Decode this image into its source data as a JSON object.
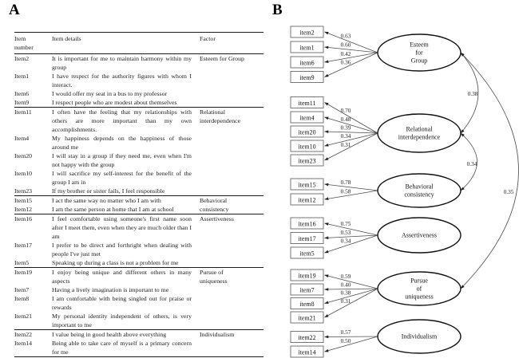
{
  "figure": {
    "panelA": {
      "label": "A",
      "table": {
        "headers": [
          "Item number",
          "Item details",
          "Factor"
        ],
        "sections": [
          {
            "factor": "Esteem for Group",
            "rows": [
              {
                "item": "Item2",
                "details": "It is important for me to maintain harmony within my group"
              },
              {
                "item": "Item1",
                "details": "I have respect for the authority figures with whom I interact."
              },
              {
                "item": "Item6",
                "details": "I would offer my seat in a bus to my professor"
              },
              {
                "item": "Item9",
                "details": "I respect people who are modest about themselves"
              }
            ]
          },
          {
            "factor": "Relational interdependence",
            "rows": [
              {
                "item": "Item11",
                "details": "I often have the feeling that my relationships with others are more important than my own accomplishments."
              },
              {
                "item": "Item4",
                "details": "My happiness depends on the happiness of those around me"
              },
              {
                "item": "Item20",
                "details": "I will stay in a group if they need me, even when I'm not happy with the group"
              },
              {
                "item": "Item10",
                "details": "I will sacrifice my self-interest for the benefit of the group I am in"
              },
              {
                "item": "Item23",
                "details": "If my brother or sister fails, I feel responsible"
              }
            ]
          },
          {
            "factor": "Behavioral consistency",
            "rows": [
              {
                "item": "Item15",
                "details": "I act the same way no matter who I am with"
              },
              {
                "item": "Item12",
                "details": "I am the same person at home that I am at school"
              }
            ]
          },
          {
            "factor": "Assertiveness",
            "rows": [
              {
                "item": "Item16",
                "details": "I feel comfortable using someone's first name soon after I meet them, even when they are much older than I am"
              },
              {
                "item": "Item17",
                "details": "I prefer to be direct and forthright when dealing with people I've just met"
              },
              {
                "item": "Item5",
                "details": "Speaking up during a class is not a problem for me"
              }
            ]
          },
          {
            "factor": "Pursue of uniqueness",
            "rows": [
              {
                "item": "Item19",
                "details": "I enjoy being unique and different others in many aspects"
              },
              {
                "item": "Item7",
                "details": "Having a lively imagination is important to me"
              },
              {
                "item": "Item8",
                "details": "I am comfortable with being singled out for praise or rewards"
              },
              {
                "item": "Item21",
                "details": "My personal identity independent of others, is very important to me"
              }
            ]
          },
          {
            "factor": "Individualism",
            "rows": [
              {
                "item": "Item22",
                "details": "I value being in good health above everything"
              },
              {
                "item": "Item14",
                "details": "Being able to take care of myself is a primary concern for me"
              }
            ]
          }
        ]
      }
    },
    "panelB": {
      "label": "B",
      "factors": [
        {
          "name": "Esteem for Group",
          "lines": [
            "Esteem",
            "for",
            "Group"
          ],
          "items": [
            {
              "label": "item2",
              "loading": "0.63"
            },
            {
              "label": "item1",
              "loading": "0.60"
            },
            {
              "label": "item6",
              "loading": "0.42"
            },
            {
              "label": "item9",
              "loading": "0.36"
            }
          ]
        },
        {
          "name": "Relational interdependence",
          "lines": [
            "Relational",
            "interdependence"
          ],
          "items": [
            {
              "label": "item11",
              "loading": "0.70"
            },
            {
              "label": "item4",
              "loading": "0.48"
            },
            {
              "label": "item20",
              "loading": "0.39"
            },
            {
              "label": "item10",
              "loading": "0.34"
            },
            {
              "label": "item23",
              "loading": "0.31"
            }
          ]
        },
        {
          "name": "Behavioral consistency",
          "lines": [
            "Behavioral",
            "consistency"
          ],
          "items": [
            {
              "label": "item15",
              "loading": "0.78"
            },
            {
              "label": "item12",
              "loading": "0.58"
            }
          ]
        },
        {
          "name": "Assertiveness",
          "lines": [
            "Assertiveness"
          ],
          "items": [
            {
              "label": "item16",
              "loading": "0.75"
            },
            {
              "label": "item17",
              "loading": "0.53"
            },
            {
              "label": "item5",
              "loading": "0.34"
            }
          ]
        },
        {
          "name": "Pursue of uniqueness",
          "lines": [
            "Pursue",
            "of",
            "uniqueness"
          ],
          "items": [
            {
              "label": "item19",
              "loading": "0.59"
            },
            {
              "label": "item7",
              "loading": "0.40"
            },
            {
              "label": "item8",
              "loading": "0.38"
            },
            {
              "label": "item21",
              "loading": "0.31"
            }
          ]
        },
        {
          "name": "Individualism",
          "lines": [
            "Individualism"
          ],
          "items": [
            {
              "label": "item22",
              "loading": "0.57"
            },
            {
              "label": "item14",
              "loading": "0.50"
            }
          ]
        }
      ],
      "correlations": [
        {
          "between": [
            "Esteem for Group",
            "Relational interdependence"
          ],
          "value": "0.38"
        },
        {
          "between": [
            "Relational interdependence",
            "Behavioral consistency"
          ],
          "value": "0.34"
        },
        {
          "between": [
            "Esteem for Group",
            "Pursue of uniqueness"
          ],
          "value": "0.35"
        }
      ],
      "colors": {
        "ellipse_stroke": "#111111",
        "box_stroke": "#767676",
        "line_stroke": "#4d4d4d"
      }
    }
  }
}
